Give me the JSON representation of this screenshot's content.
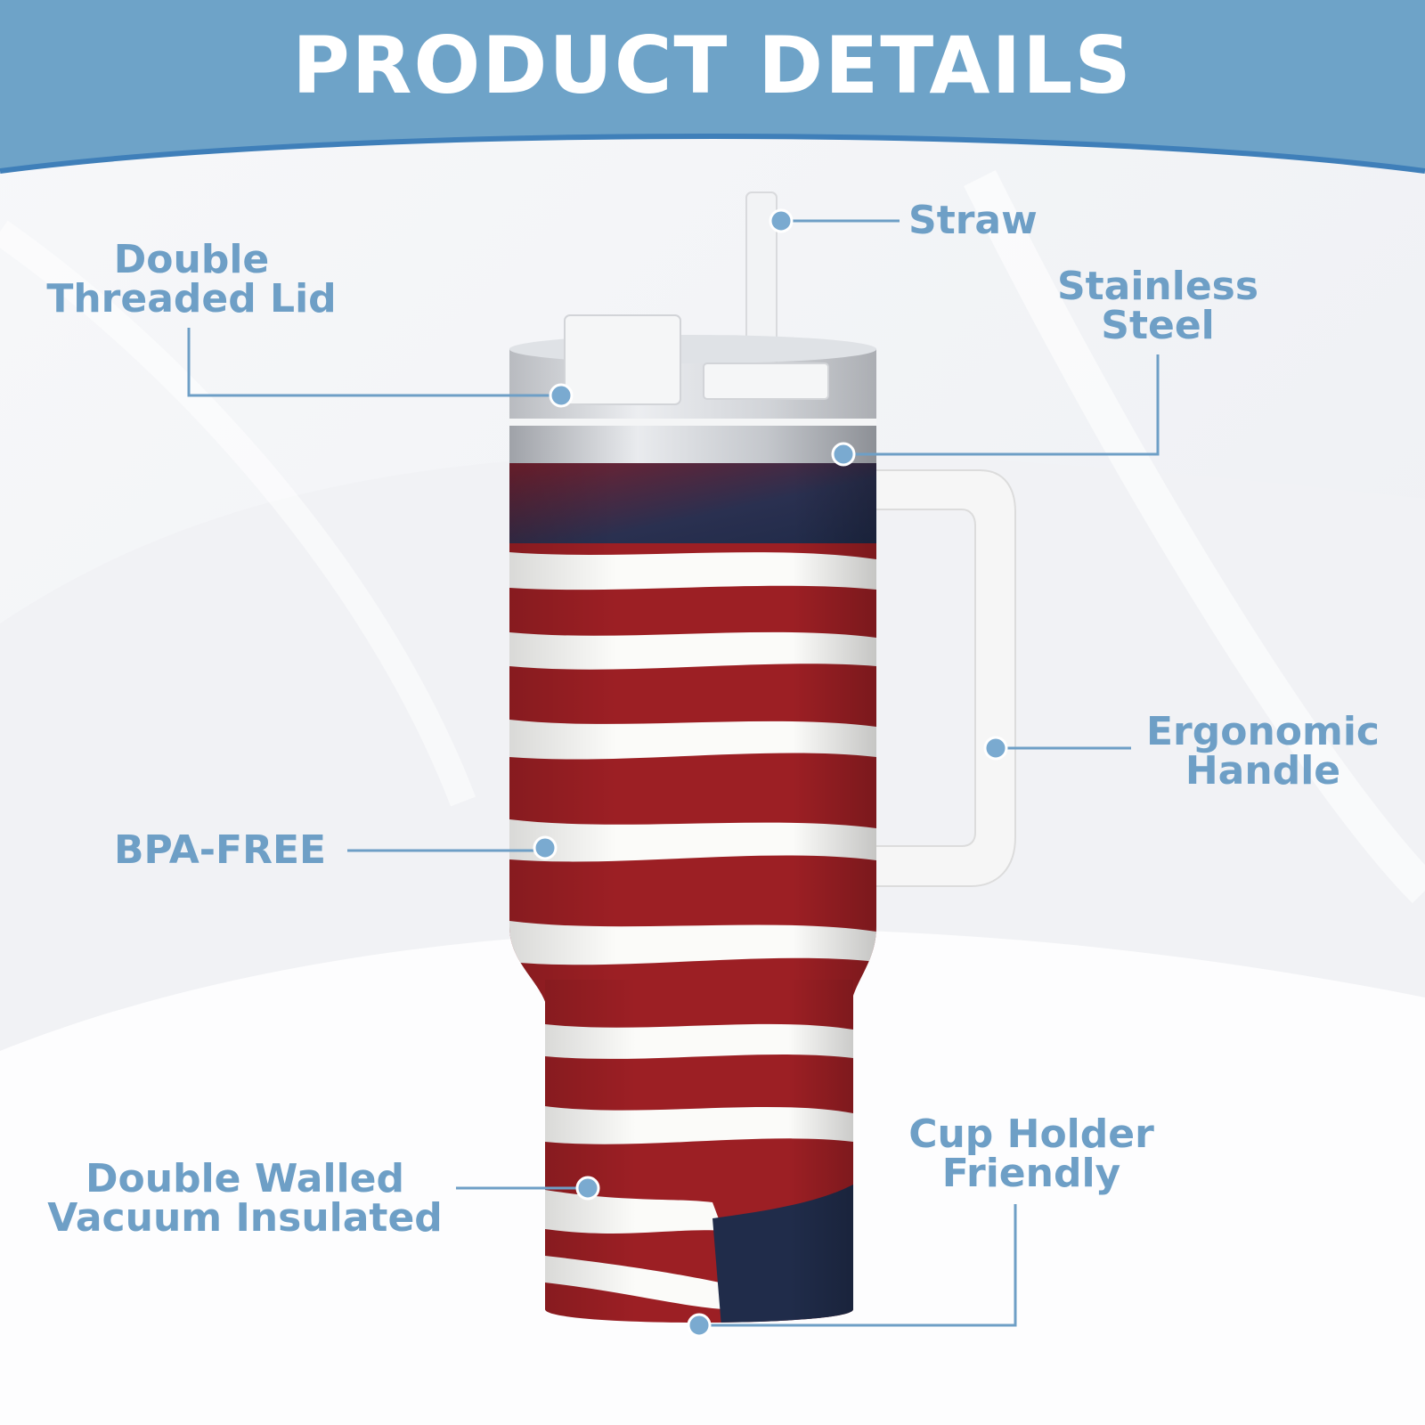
{
  "header": {
    "title": "PRODUCT DETAILS"
  },
  "colors": {
    "banner": "#6ea3c8",
    "banner_edge": "#3f7fb9",
    "label": "#6e9fc6",
    "flag_red": "#9c1f24",
    "flag_white": "#fbfbf9",
    "flag_blue": "#202c4a"
  },
  "callouts": [
    {
      "id": "double-threaded-lid",
      "lines": [
        "Double",
        "Threaded Lid"
      ]
    },
    {
      "id": "straw",
      "lines": [
        "Straw"
      ]
    },
    {
      "id": "stainless-steel",
      "lines": [
        "Stainless",
        "Steel"
      ]
    },
    {
      "id": "ergonomic-handle",
      "lines": [
        "Ergonomic",
        "Handle"
      ]
    },
    {
      "id": "bpa-free",
      "lines": [
        "BPA-FREE"
      ]
    },
    {
      "id": "double-walled",
      "lines": [
        "Double Walled",
        "Vacuum Insulated"
      ]
    },
    {
      "id": "cup-holder-friendly",
      "lines": [
        "Cup Holder",
        "Friendly"
      ]
    }
  ]
}
